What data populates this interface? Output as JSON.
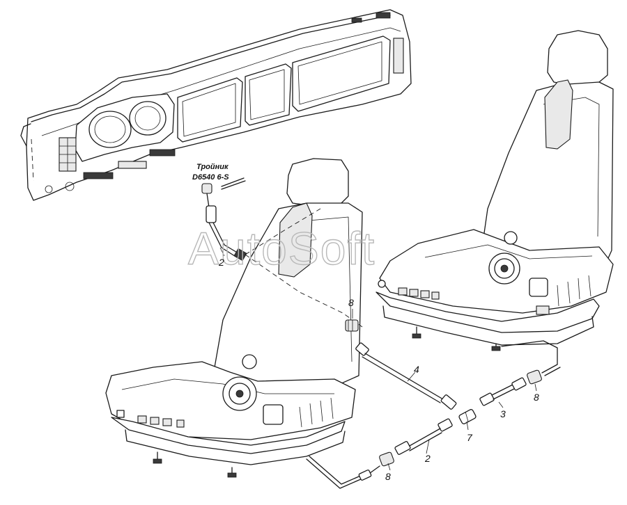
{
  "diagram": {
    "note_lines": [
      "Тройник",
      "D6540 6-S"
    ],
    "watermark": "AutoSoft",
    "callouts": [
      {
        "id": "c2a",
        "label": "2"
      },
      {
        "id": "c8a",
        "label": "8"
      },
      {
        "id": "c4",
        "label": "4"
      },
      {
        "id": "c8b",
        "label": "8"
      },
      {
        "id": "c3",
        "label": "3"
      },
      {
        "id": "c7",
        "label": "7"
      },
      {
        "id": "c2b",
        "label": "2"
      },
      {
        "id": "c8c",
        "label": "8"
      }
    ]
  }
}
